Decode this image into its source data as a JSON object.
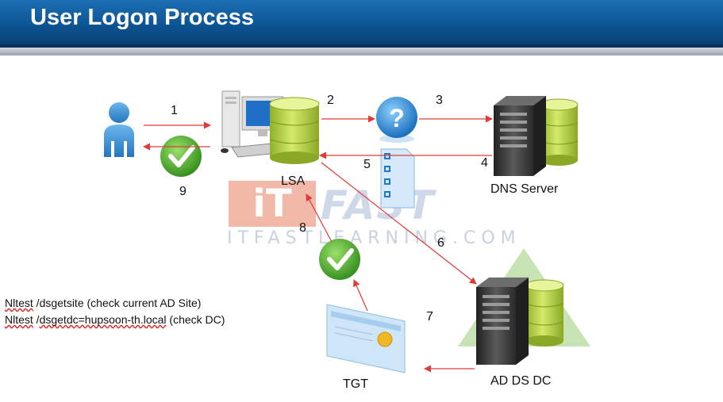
{
  "title": "User Logon Process",
  "labels": {
    "lsa": "LSA",
    "dns_server": "DNS Server",
    "ad_ds_dc": "AD DS DC",
    "tgt": "TGT"
  },
  "steps": [
    "1",
    "2",
    "3",
    "4",
    "5",
    "6",
    "7",
    "8",
    "9"
  ],
  "commands": {
    "line1_cmd": "Nltest",
    "line1_rest": " /dsgetsite  (check current AD Site)",
    "line2_cmd": "Nltest",
    "line2_mid": " /",
    "line2_arg": "dsgetdc=hupsoon-th.local",
    "line2_rest": " (check DC)"
  },
  "watermark": {
    "logo": "iT",
    "brand": "FAST",
    "url": "ITFASTLEARNING.COM"
  },
  "colors": {
    "header": "#0d5595",
    "arrow": "#e23a3a",
    "check": "#4cae2a",
    "question": "#2a8fd8",
    "db": "#b9d33a",
    "server": "#3a3a3a"
  }
}
